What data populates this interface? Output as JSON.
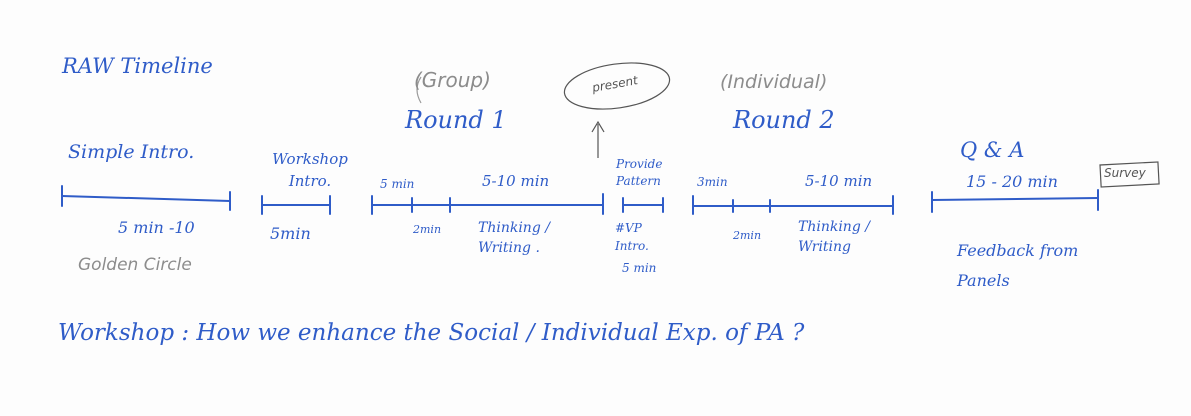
{
  "title": "RAW Timeline",
  "sections": {
    "intro": {
      "label": "Simple Intro.",
      "duration": "5 min -10",
      "note": "Golden Circle"
    },
    "workshop_intro": {
      "label": "Workshop Intro.",
      "duration": "5min"
    },
    "round1": {
      "group_tag": "(Group)",
      "label": "Round 1",
      "seg_start": "5 min",
      "seg_mid": "5-10 min",
      "seg_small": "2min",
      "activity": "Thinking / Writing ."
    },
    "present_bubble": "present",
    "provide_pattern": {
      "label": "Provide Pattern",
      "sub": "#VP Intro.",
      "duration": "5 min"
    },
    "round2": {
      "individual_tag": "(Individual)",
      "label": "Round 2",
      "seg_start": "3min",
      "seg_mid": "5-10 min",
      "seg_small": "2min",
      "activity": "Thinking / Writing"
    },
    "qa": {
      "label": "Q & A",
      "duration": "15 - 20 min",
      "survey": "Survey",
      "feedback": "Feedback from Panels"
    }
  },
  "footer": "Workshop : How we enhance the Social / Individual Exp. of PA ?",
  "colors": {
    "ink": "#2f5cc8",
    "pencil": "#8c8c8c"
  }
}
